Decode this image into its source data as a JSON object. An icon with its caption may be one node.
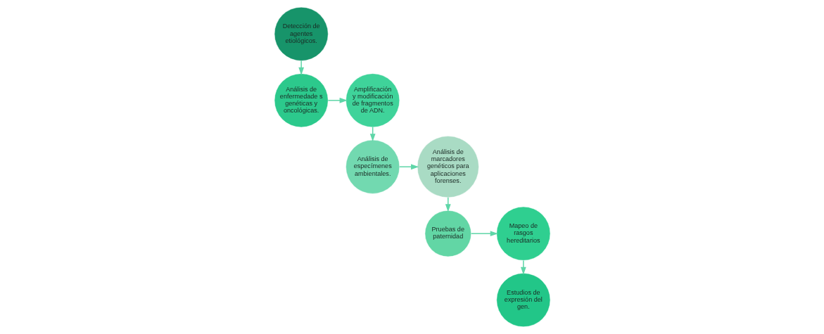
{
  "diagram": {
    "nodes": [
      {
        "text": [
          "Detección de agentes etiológicos."
        ]
      },
      {
        "text": [
          "Análisis de enfermedade s genéticas y oncológicas."
        ]
      },
      {
        "text": [
          "Amplificación y modificación de fragmentos de ADN."
        ]
      },
      {
        "text": [
          "Análisis de especímenes ambientales."
        ]
      },
      {
        "text": [
          "Análisis de marcadores genéticos para aplicaciones forenses."
        ]
      },
      {
        "text": [
          "Pruebas de paternidad"
        ]
      },
      {
        "text": [
          "Mapeo de rasgos hereditarios"
        ]
      },
      {
        "text": [
          "Estudios de expresión del gen."
        ]
      }
    ],
    "edges": [
      {
        "from": 0,
        "to": 1,
        "arrow": "to"
      },
      {
        "from": 1,
        "to": 2,
        "arrow": "to"
      },
      {
        "from": 2,
        "to": 3,
        "arrow": "to"
      },
      {
        "from": 3,
        "to": 4,
        "arrow": "to"
      },
      {
        "from": 4,
        "to": 5,
        "arrow": "to"
      },
      {
        "from": 5,
        "to": 6,
        "arrow": "to"
      },
      {
        "from": 6,
        "to": 7,
        "arrow": "to"
      }
    ]
  }
}
